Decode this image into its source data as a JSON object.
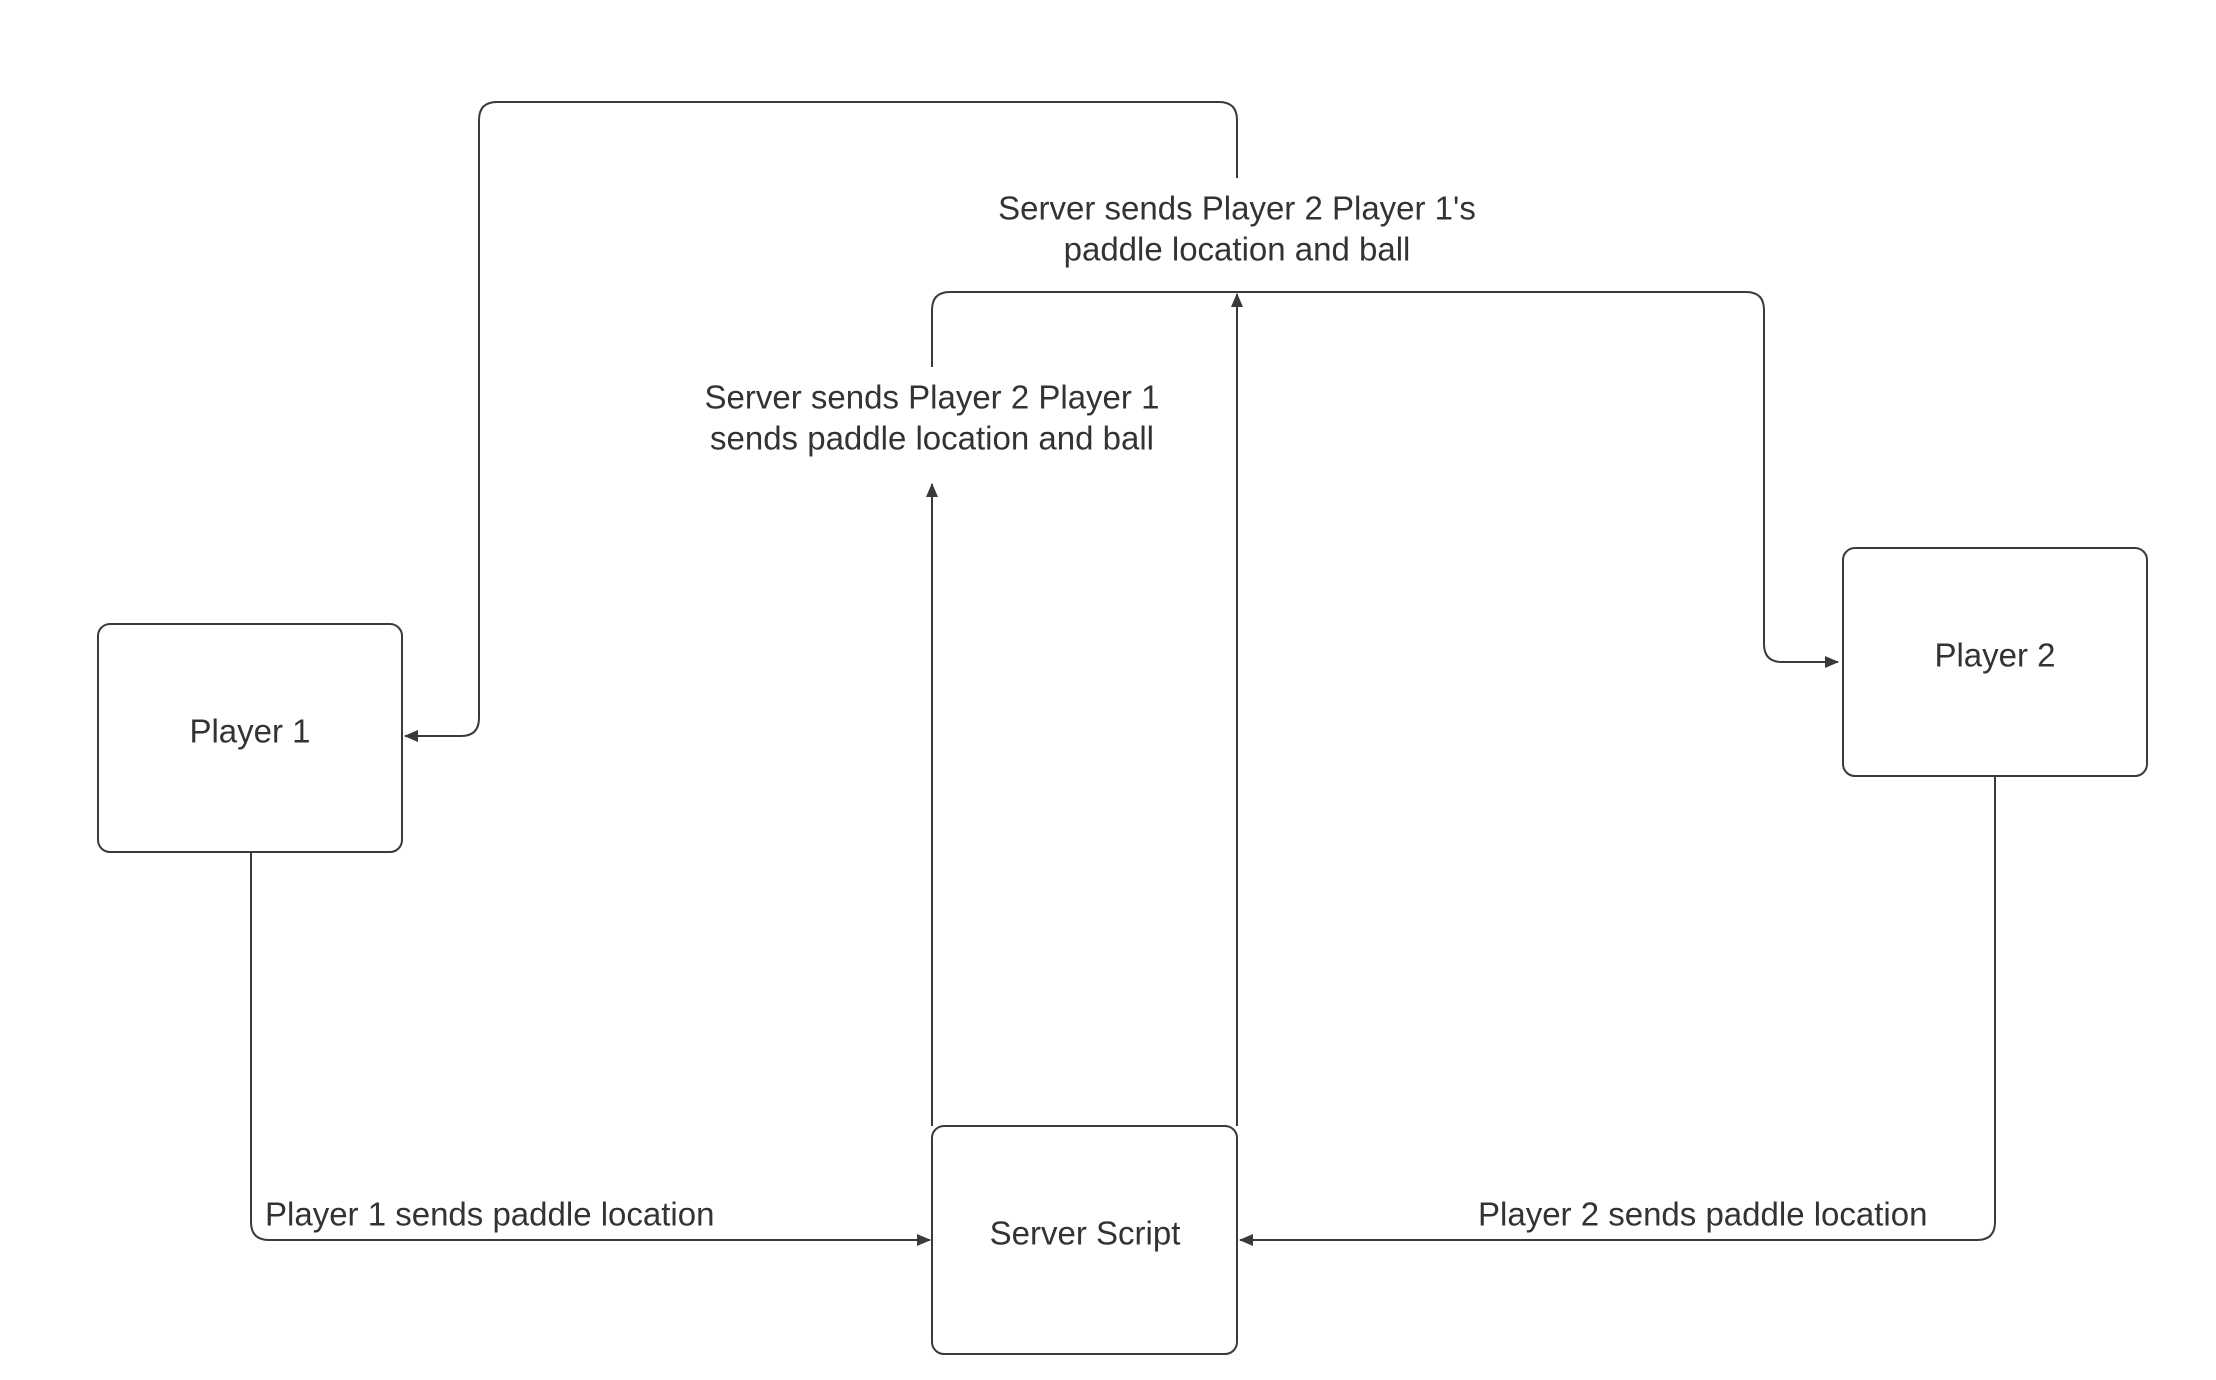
{
  "nodes": {
    "player1": {
      "label": "Player 1"
    },
    "player2": {
      "label": "Player 2"
    },
    "server": {
      "label": "Server Script"
    }
  },
  "edges": {
    "p1_to_server": {
      "label": "Player 1 sends paddle location"
    },
    "p2_to_server": {
      "label": "Player 2 sends paddle location"
    },
    "server_to_p2": {
      "line1": "Server sends Player 2 Player 1",
      "line2": "sends paddle location and ball"
    },
    "server_to_p1": {
      "line1": "Server sends Player 2 Player 1's",
      "line2": "paddle location and ball"
    }
  },
  "colors": {
    "stroke": "#3a3a3a",
    "text": "#333333",
    "background": "#ffffff"
  }
}
